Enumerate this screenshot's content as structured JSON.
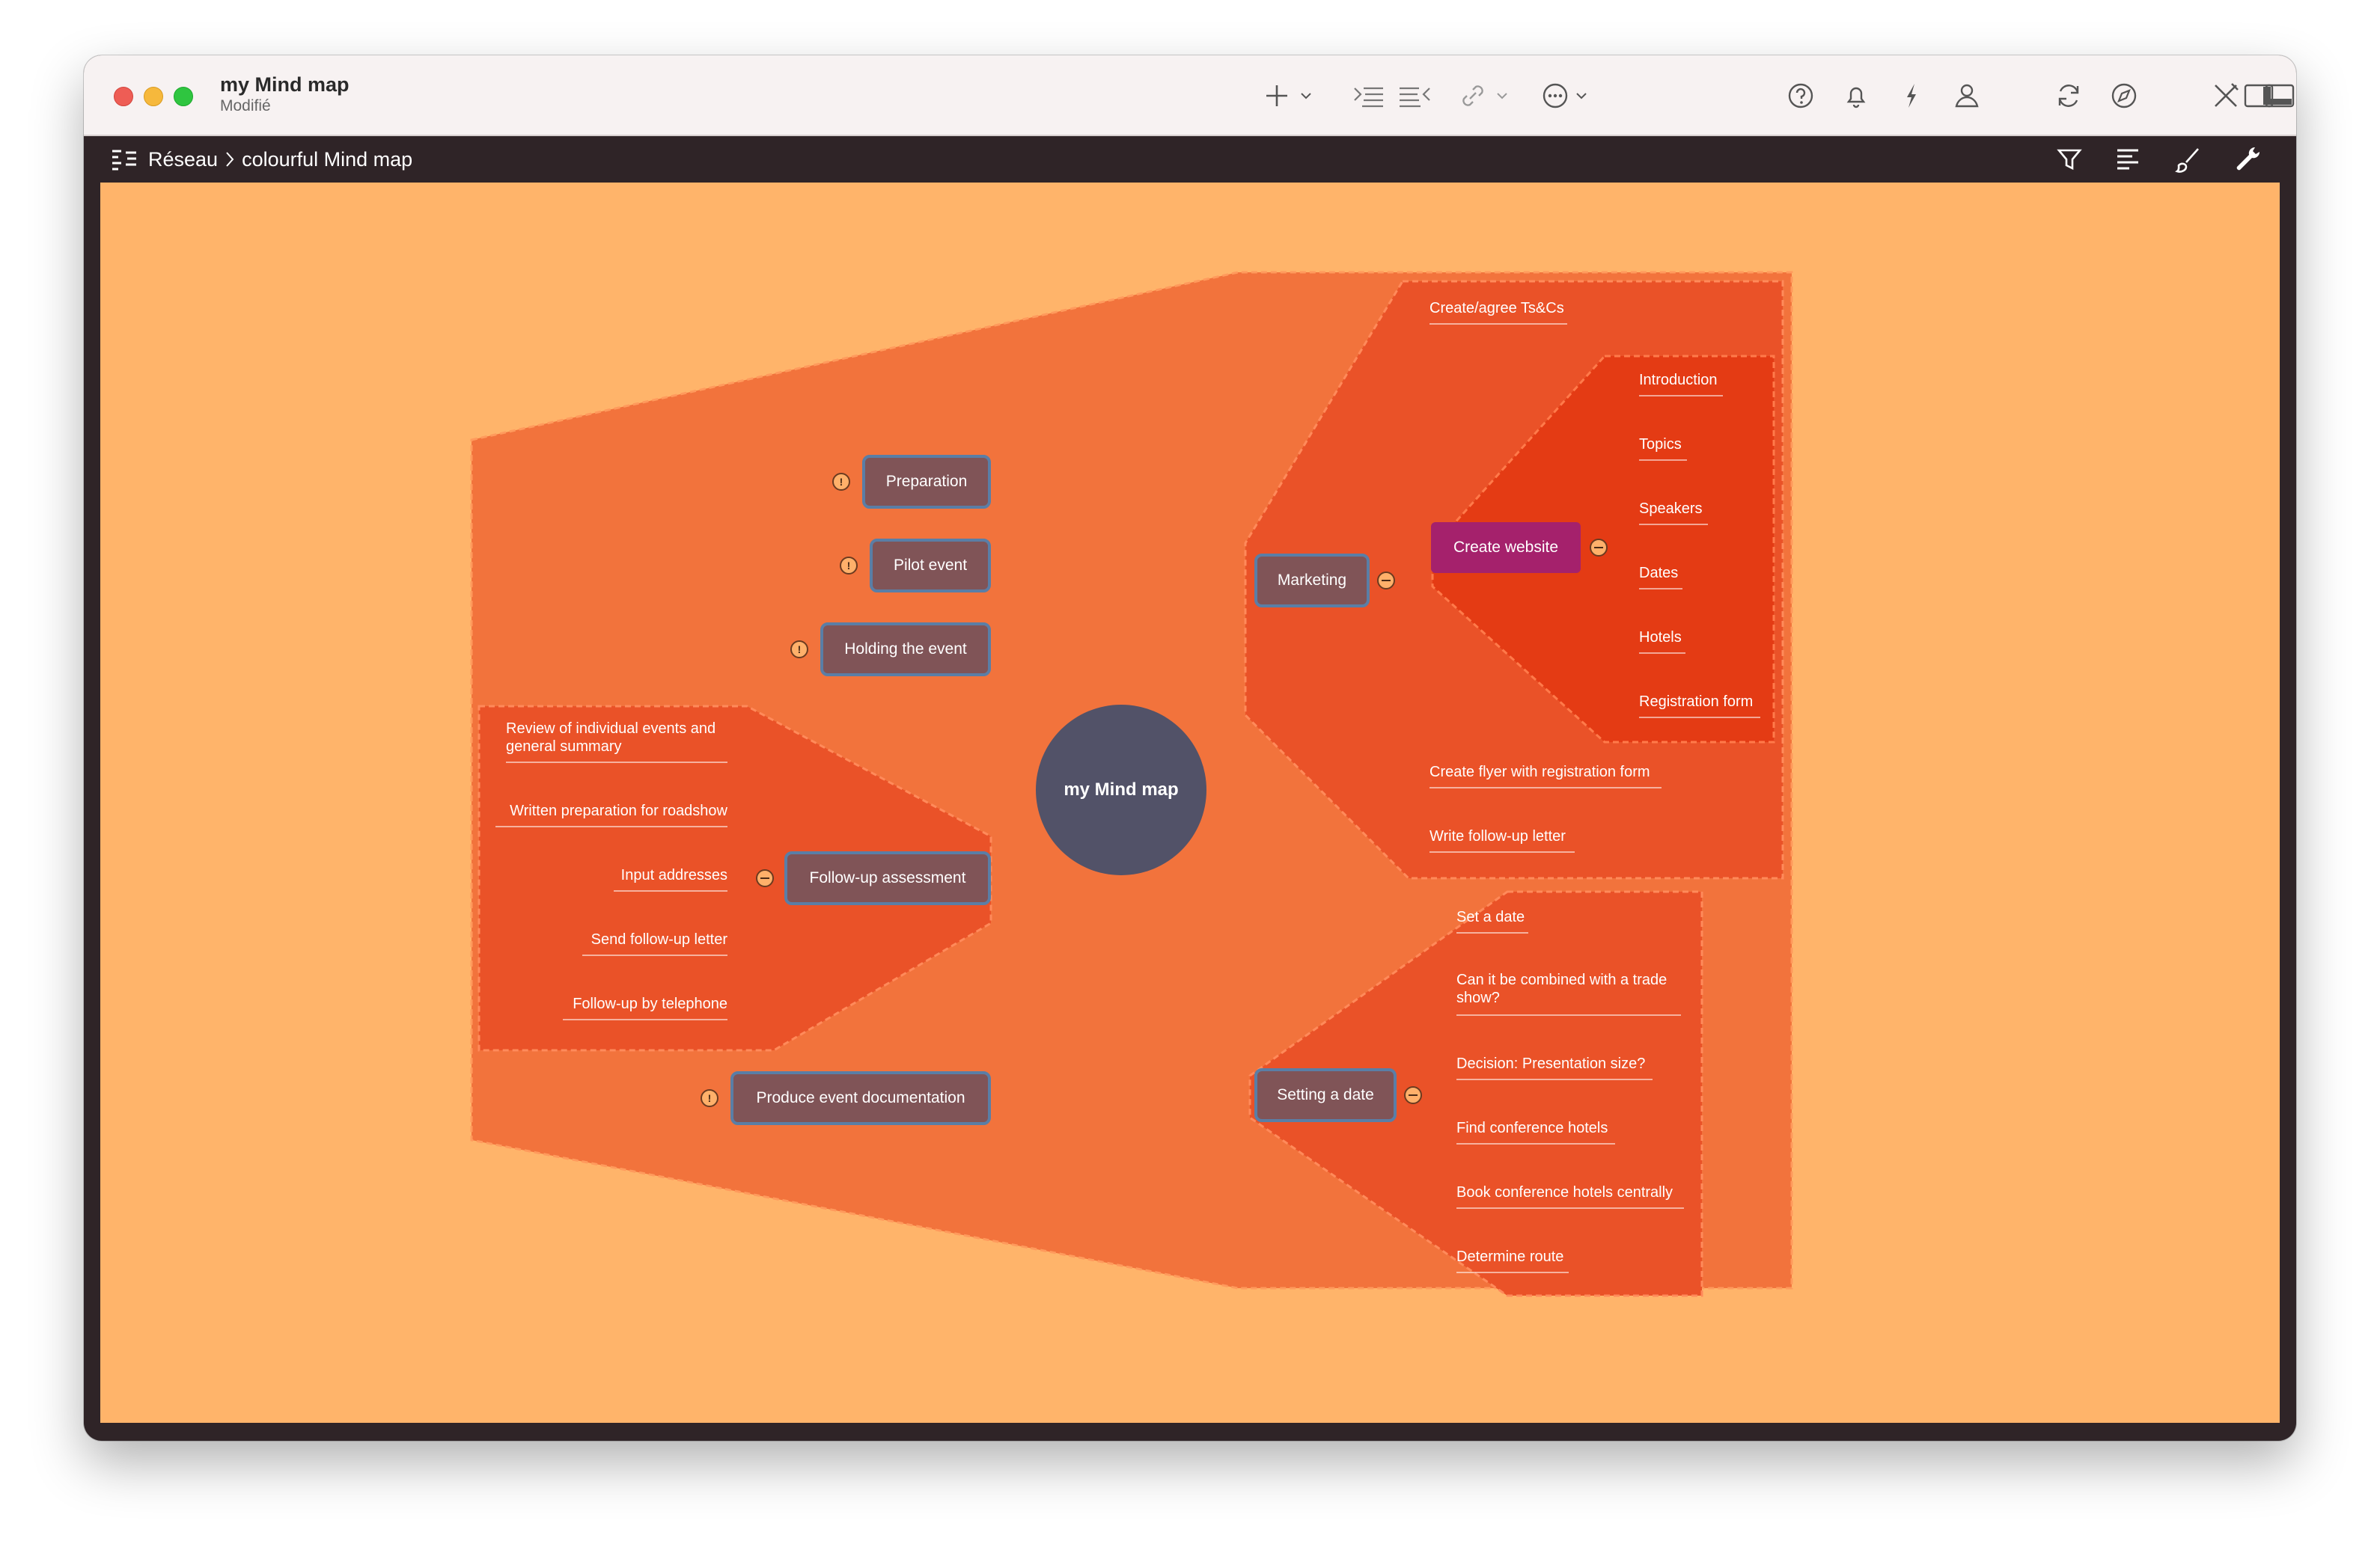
{
  "window": {
    "title": "my Mind map",
    "subtitle": "Modifié"
  },
  "toolbar": {
    "icons": [
      "plus-icon",
      "chevron-down-icon",
      "indent-icon",
      "outdent-icon",
      "link-icon",
      "chevron-down-icon",
      "more-icon",
      "chevron-down-icon",
      "help-icon",
      "bell-icon",
      "lightning-icon",
      "user-icon",
      "sync-icon",
      "compass-icon",
      "tools-icon",
      "bottom-panel-icon",
      "sidebar-icon"
    ]
  },
  "pathbar": {
    "crumb1": "Réseau",
    "crumb2": "colourful Mind map",
    "icons": [
      "filter-icon",
      "align-icon",
      "brush-icon",
      "wrench-icon"
    ]
  },
  "colors": {
    "canvas": "#ffb46a",
    "outer_region": "#f2733c",
    "inner_region": "#ea5228",
    "innermost_region": "#e43b14",
    "node": "#805457",
    "node_border": "#5a7ea6",
    "central": "#525268",
    "highlight": "#a5216c"
  },
  "mindmap": {
    "central": "my Mind map",
    "left": {
      "preparation": "Preparation",
      "pilot": "Pilot event",
      "holding": "Holding the event",
      "followup": "Follow-up assessment",
      "followup_children": [
        "Review of individual events and general summary",
        "Written preparation for roadshow",
        "Input addresses",
        "Send follow-up letter",
        "Follow-up by telephone"
      ],
      "produce": "Produce event documentation"
    },
    "right": {
      "marketing": "Marketing",
      "marketing_children": {
        "tscs": "Create/agree Ts&Cs",
        "website": "Create website",
        "website_children": [
          "Introduction",
          "Topics",
          "Speakers",
          "Dates",
          "Hotels",
          "Registration form"
        ],
        "flyer": "Create flyer with registration form",
        "letter": "Write follow-up letter"
      },
      "setting": "Setting a date",
      "setting_children": [
        "Set a date",
        "Can it be combined with a trade show?",
        "Decision: Presentation size?",
        "Find conference hotels",
        "Book conference hotels centrally",
        "Determine route"
      ]
    },
    "toggles": {
      "collapsed": "!"
    }
  }
}
